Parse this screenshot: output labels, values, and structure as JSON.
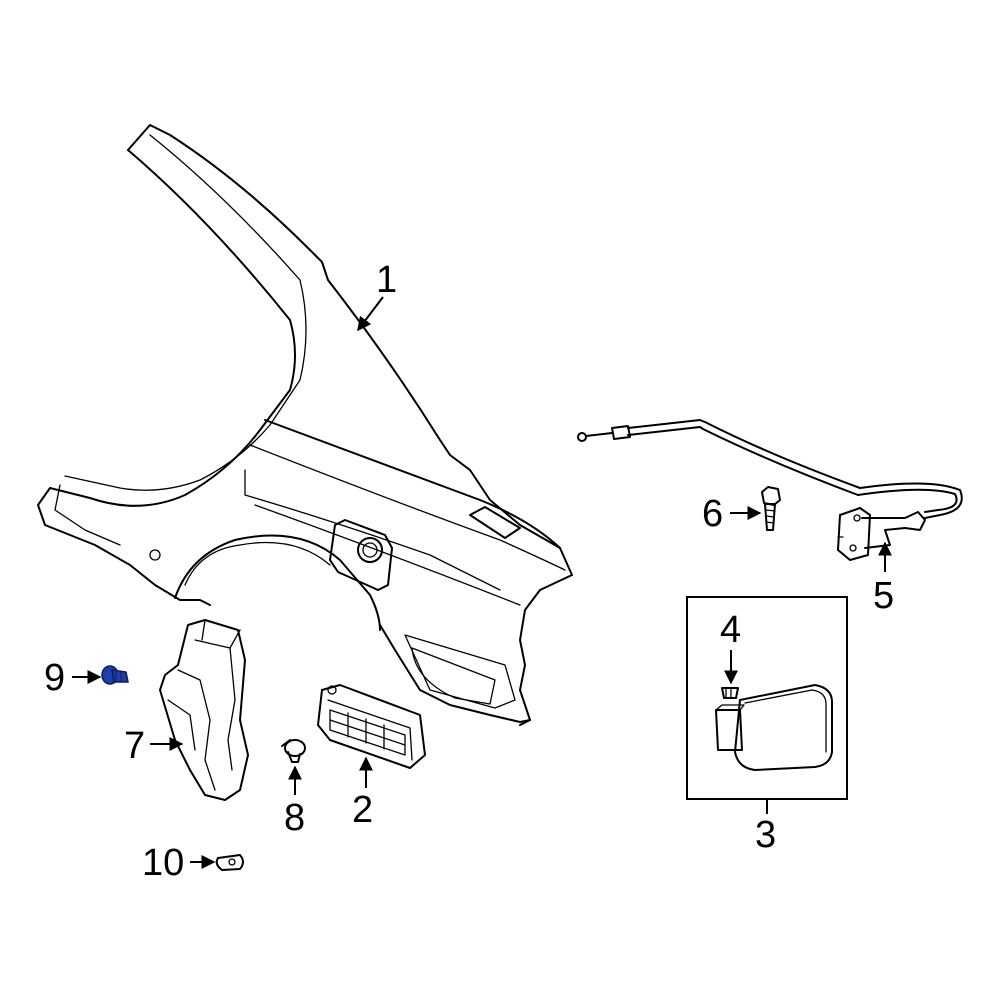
{
  "callouts": {
    "c1": "1",
    "c2": "2",
    "c3": "3",
    "c4": "4",
    "c5": "5",
    "c6": "6",
    "c7": "7",
    "c8": "8",
    "c9": "9",
    "c10": "10"
  },
  "colors": {
    "line": "#000000",
    "highlight_part": "#1f3fa8",
    "background": "#ffffff"
  },
  "highlighted_callout": "9"
}
